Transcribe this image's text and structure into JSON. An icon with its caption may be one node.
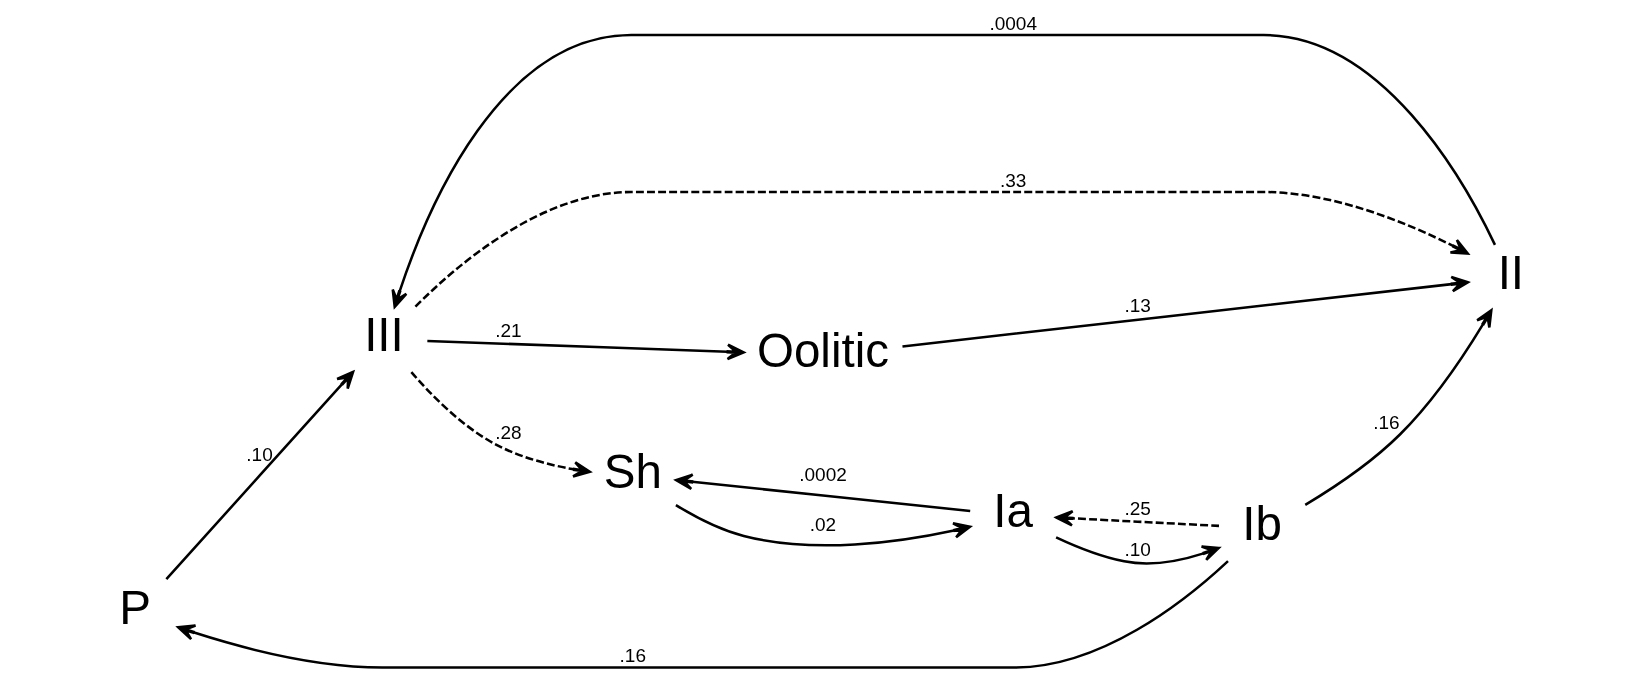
{
  "diagram": {
    "nodes": [
      {
        "text": [
          "P"
        ]
      },
      {
        "text": [
          "III"
        ]
      },
      {
        "text": [
          "Ib"
        ]
      },
      {
        "text": [
          "II"
        ]
      },
      {
        "text": [
          "Oolitic"
        ]
      },
      {
        "text": [
          "Sh"
        ]
      },
      {
        "text": [
          "Ia"
        ]
      }
    ],
    "edges": [
      {
        "from": 2,
        "to": 0,
        "arrow": "to",
        "label": ".16"
      },
      {
        "from": 0,
        "to": 1,
        "arrow": "to",
        "label": ".10"
      },
      {
        "from": 1,
        "to": 3,
        "arrow": "to",
        "label": ".33",
        "style": "dashed"
      },
      {
        "from": 3,
        "to": 1,
        "arrow": "to",
        "label": ".0004"
      },
      {
        "from": 1,
        "to": 4,
        "arrow": "to",
        "label": ".21"
      },
      {
        "from": 1,
        "to": 5,
        "arrow": "to",
        "label": ".28",
        "style": "dashed"
      },
      {
        "from": 2,
        "to": 3,
        "arrow": "to",
        "label": ".16"
      },
      {
        "from": 4,
        "to": 3,
        "arrow": "to",
        "label": ".13"
      },
      {
        "from": 6,
        "to": 2,
        "arrow": "to",
        "label": ".10"
      },
      {
        "from": 2,
        "to": 6,
        "arrow": "to",
        "label": ".25",
        "style": "dashed"
      },
      {
        "from": 6,
        "to": 5,
        "arrow": "to",
        "label": ".0002"
      },
      {
        "from": 5,
        "to": 6,
        "arrow": "to",
        "label": ".02"
      }
    ]
  }
}
